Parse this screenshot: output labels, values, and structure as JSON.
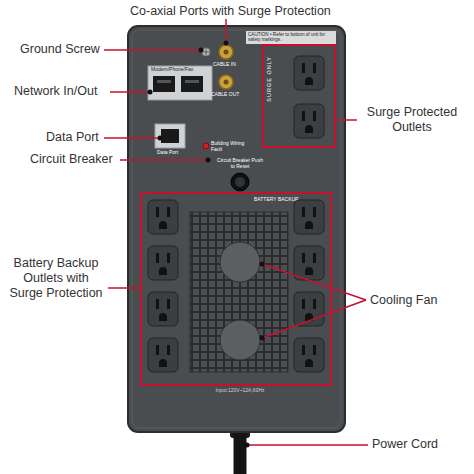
{
  "diagram": {
    "nodes": [
      {
        "text": [
          "CAUTION • Refer to bottom of unit for safety markings.",
          "CABLE IN",
          "CABLE OUT",
          "Data Port",
          "Building Wiring Fault",
          "Circuit Breaker Push to Reset",
          "Input:120V~12A,60Hz"
        ]
      },
      {
        "text": [
          "Modem/Phone/Fax"
        ],
        "in": 0
      },
      {
        "text": [
          "SURGE ONLY"
        ],
        "in": 0
      },
      {
        "text": [
          "BATTERY BACKUP"
        ],
        "in": 0
      }
    ],
    "labels": [
      "Co-axial Ports with Surge Protection",
      "Ground Screw",
      "Network In/Out",
      "Data Port",
      "Circuit Breaker",
      "Surge Protected Outlets",
      "Battery Backup Outlets with Surge Protection",
      "Cooling Fan",
      "Power Cord"
    ]
  }
}
